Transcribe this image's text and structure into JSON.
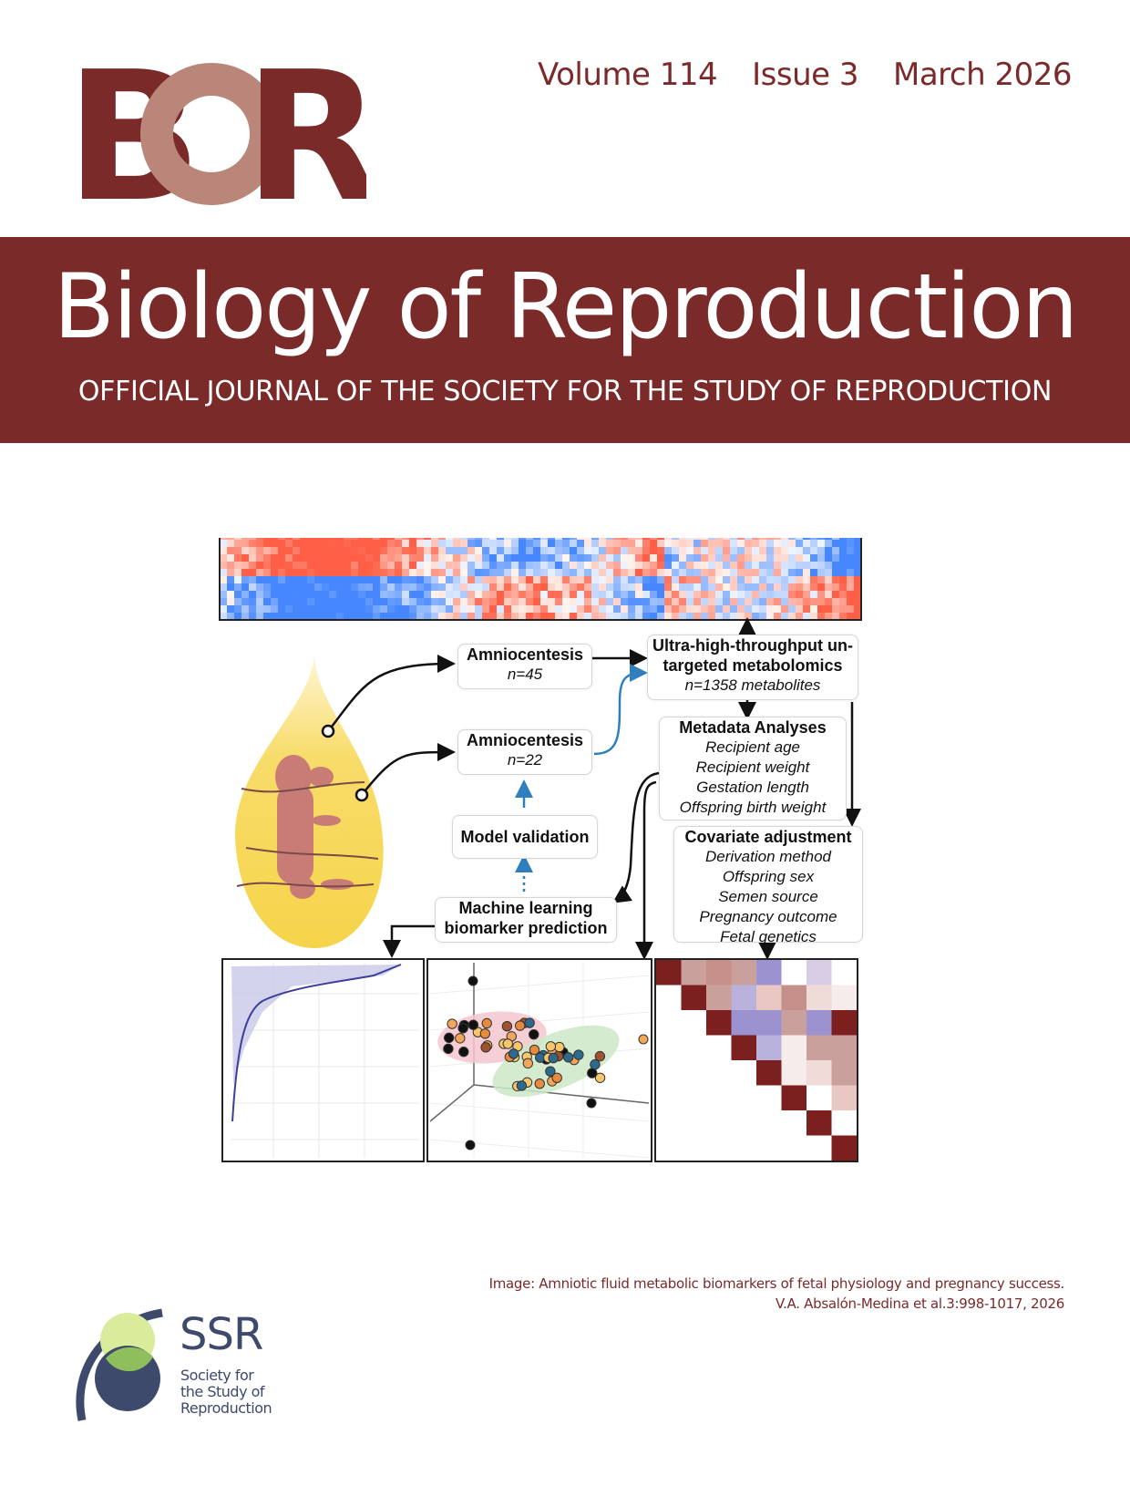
{
  "masthead": {
    "logo_text": "BOR",
    "volume": "Volume 114",
    "issue": "Issue 3",
    "date": "March 2026"
  },
  "banner": {
    "title": "Biology of Reproduction",
    "subtitle": "OFFICIAL JOURNAL OF THE SOCIETY FOR THE STUDY OF REPRODUCTION"
  },
  "figure": {
    "amnio1": {
      "title": "Amniocentesis",
      "n": "n=45"
    },
    "amnio2": {
      "title": "Amniocentesis",
      "n": "n=22"
    },
    "metabolomics": {
      "line1": "Ultra-high-throughput un-",
      "line2": "targeted metabolomics",
      "n": "n=1358 metabolites"
    },
    "metadata": {
      "title": "Metadata Analyses",
      "items": [
        "Recipient age",
        "Recipient weight",
        "Gestation length",
        "Offspring birth weight"
      ]
    },
    "covariate": {
      "title": "Covariate adjustment",
      "items": [
        "Derivation method",
        "Offspring sex",
        "Semen source",
        "Pregnancy outcome",
        "Fetal genetics"
      ]
    },
    "validation": {
      "title": "Model validation"
    },
    "ml": {
      "line1": "Machine learning",
      "line2": "biomarker prediction"
    }
  },
  "caption": {
    "line1": "Image: Amniotic fluid metabolic biomarkers of fetal physiology and pregnancy success.",
    "line2": "V.A. Absalón-Medina et al.3:998-1017, 2026"
  },
  "society": {
    "abbr": "SSR",
    "line1": "Society for",
    "line2": "the Study of",
    "line3": "Reproduction"
  },
  "colors": {
    "brand": "#7b2a2a",
    "logo_o": "#b98679",
    "society_navy": "#3d4a6b",
    "society_green": "#8fbf5c",
    "drop_yellow": "#f6d44a",
    "arrow_blue": "#2f7fbf"
  }
}
